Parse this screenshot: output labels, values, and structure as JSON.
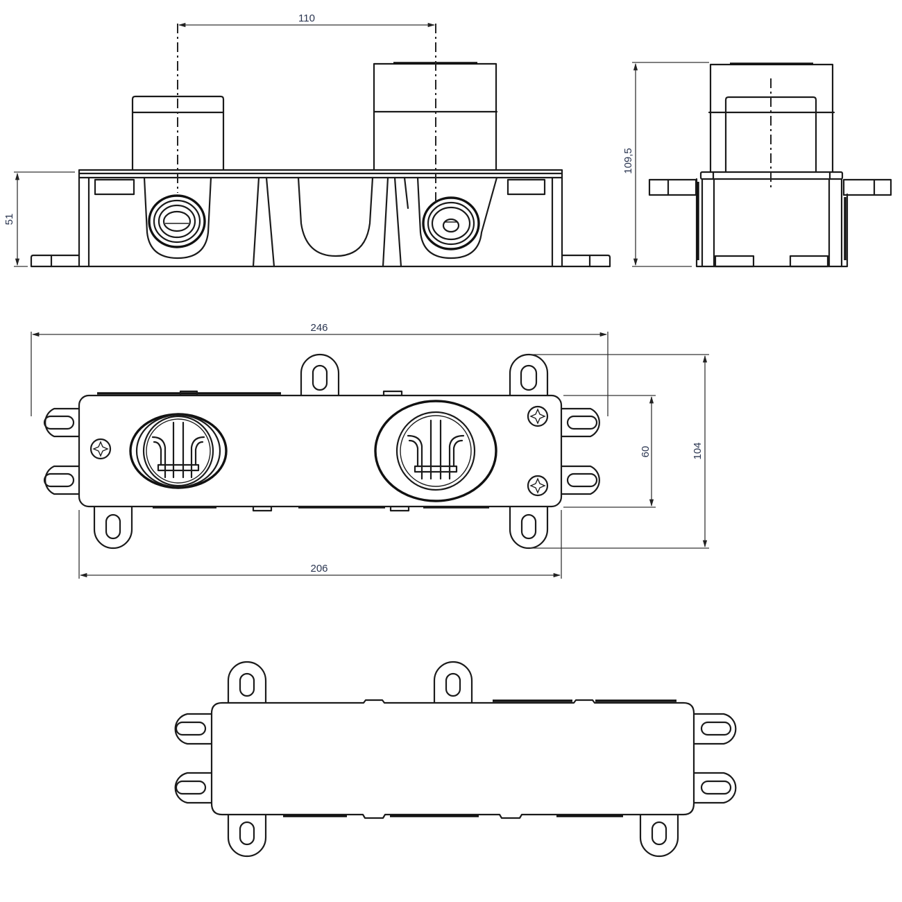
{
  "drawing": {
    "type": "technical-drawing",
    "subject": "concealed valve body with mounting box",
    "line_color": "#1a1a1a",
    "dimension_text_color": "#2a3550",
    "views": [
      {
        "name": "front-elevation",
        "dimensions": {
          "spindle_spacing": "110",
          "box_height": "51"
        }
      },
      {
        "name": "side-elevation",
        "dimensions": {
          "overall_height": "109,5"
        }
      },
      {
        "name": "plan-top-view",
        "dimensions": {
          "overall_width": "246",
          "plate_width": "206",
          "plate_height": "60",
          "overall_depth": "104"
        }
      },
      {
        "name": "plan-bottom-view",
        "dimensions": {}
      }
    ]
  },
  "dims": {
    "d110": "110",
    "d51": "51",
    "d109_5": "109,5",
    "d246": "246",
    "d206": "206",
    "d60": "60",
    "d104": "104"
  }
}
